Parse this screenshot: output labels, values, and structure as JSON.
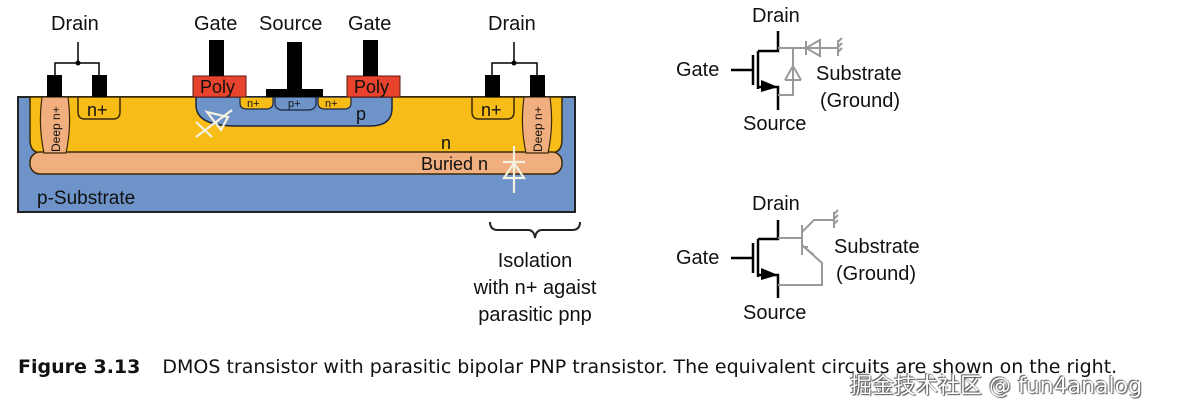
{
  "cross_section": {
    "terminals": {
      "drain_left": "Drain",
      "gate_left": "Gate",
      "source": "Source",
      "gate_right": "Gate",
      "drain_right": "Drain"
    },
    "regions": {
      "poly_left": "Poly",
      "poly_right": "Poly",
      "nplus_left": "n+",
      "nplus_right": "n+",
      "deep_left": "Deep n+",
      "deep_right": "Deep n+",
      "src_nplus_left": "n+",
      "src_pplus": "p+",
      "src_nplus_right": "n+",
      "pwell": "p",
      "nwell": "n",
      "buried": "Buried n",
      "substrate": "p-Substrate"
    },
    "colors": {
      "substrate": "#6d93c8",
      "nwell": "#f8bc16",
      "buried": "#f1ae7f",
      "poly": "#e8432c",
      "metal": "#000000",
      "pwell": "#6d93c8"
    },
    "isolation_note": [
      "Isolation",
      "with n+ agaist",
      "parasitic pnp"
    ]
  },
  "circuit_top": {
    "drain": "Drain",
    "gate": "Gate",
    "source": "Source",
    "substrate": [
      "Substrate",
      "(Ground)"
    ]
  },
  "circuit_bottom": {
    "drain": "Drain",
    "gate": "Gate",
    "source": "Source",
    "substrate": [
      "Substrate",
      "(Ground)"
    ]
  },
  "caption": {
    "figure_number": "Figure 3.13",
    "text": "DMOS transistor with parasitic bipolar PNP transistor. The equivalent circuits are shown on the right."
  },
  "watermark": "掘金技术社区 @ fun4analog"
}
